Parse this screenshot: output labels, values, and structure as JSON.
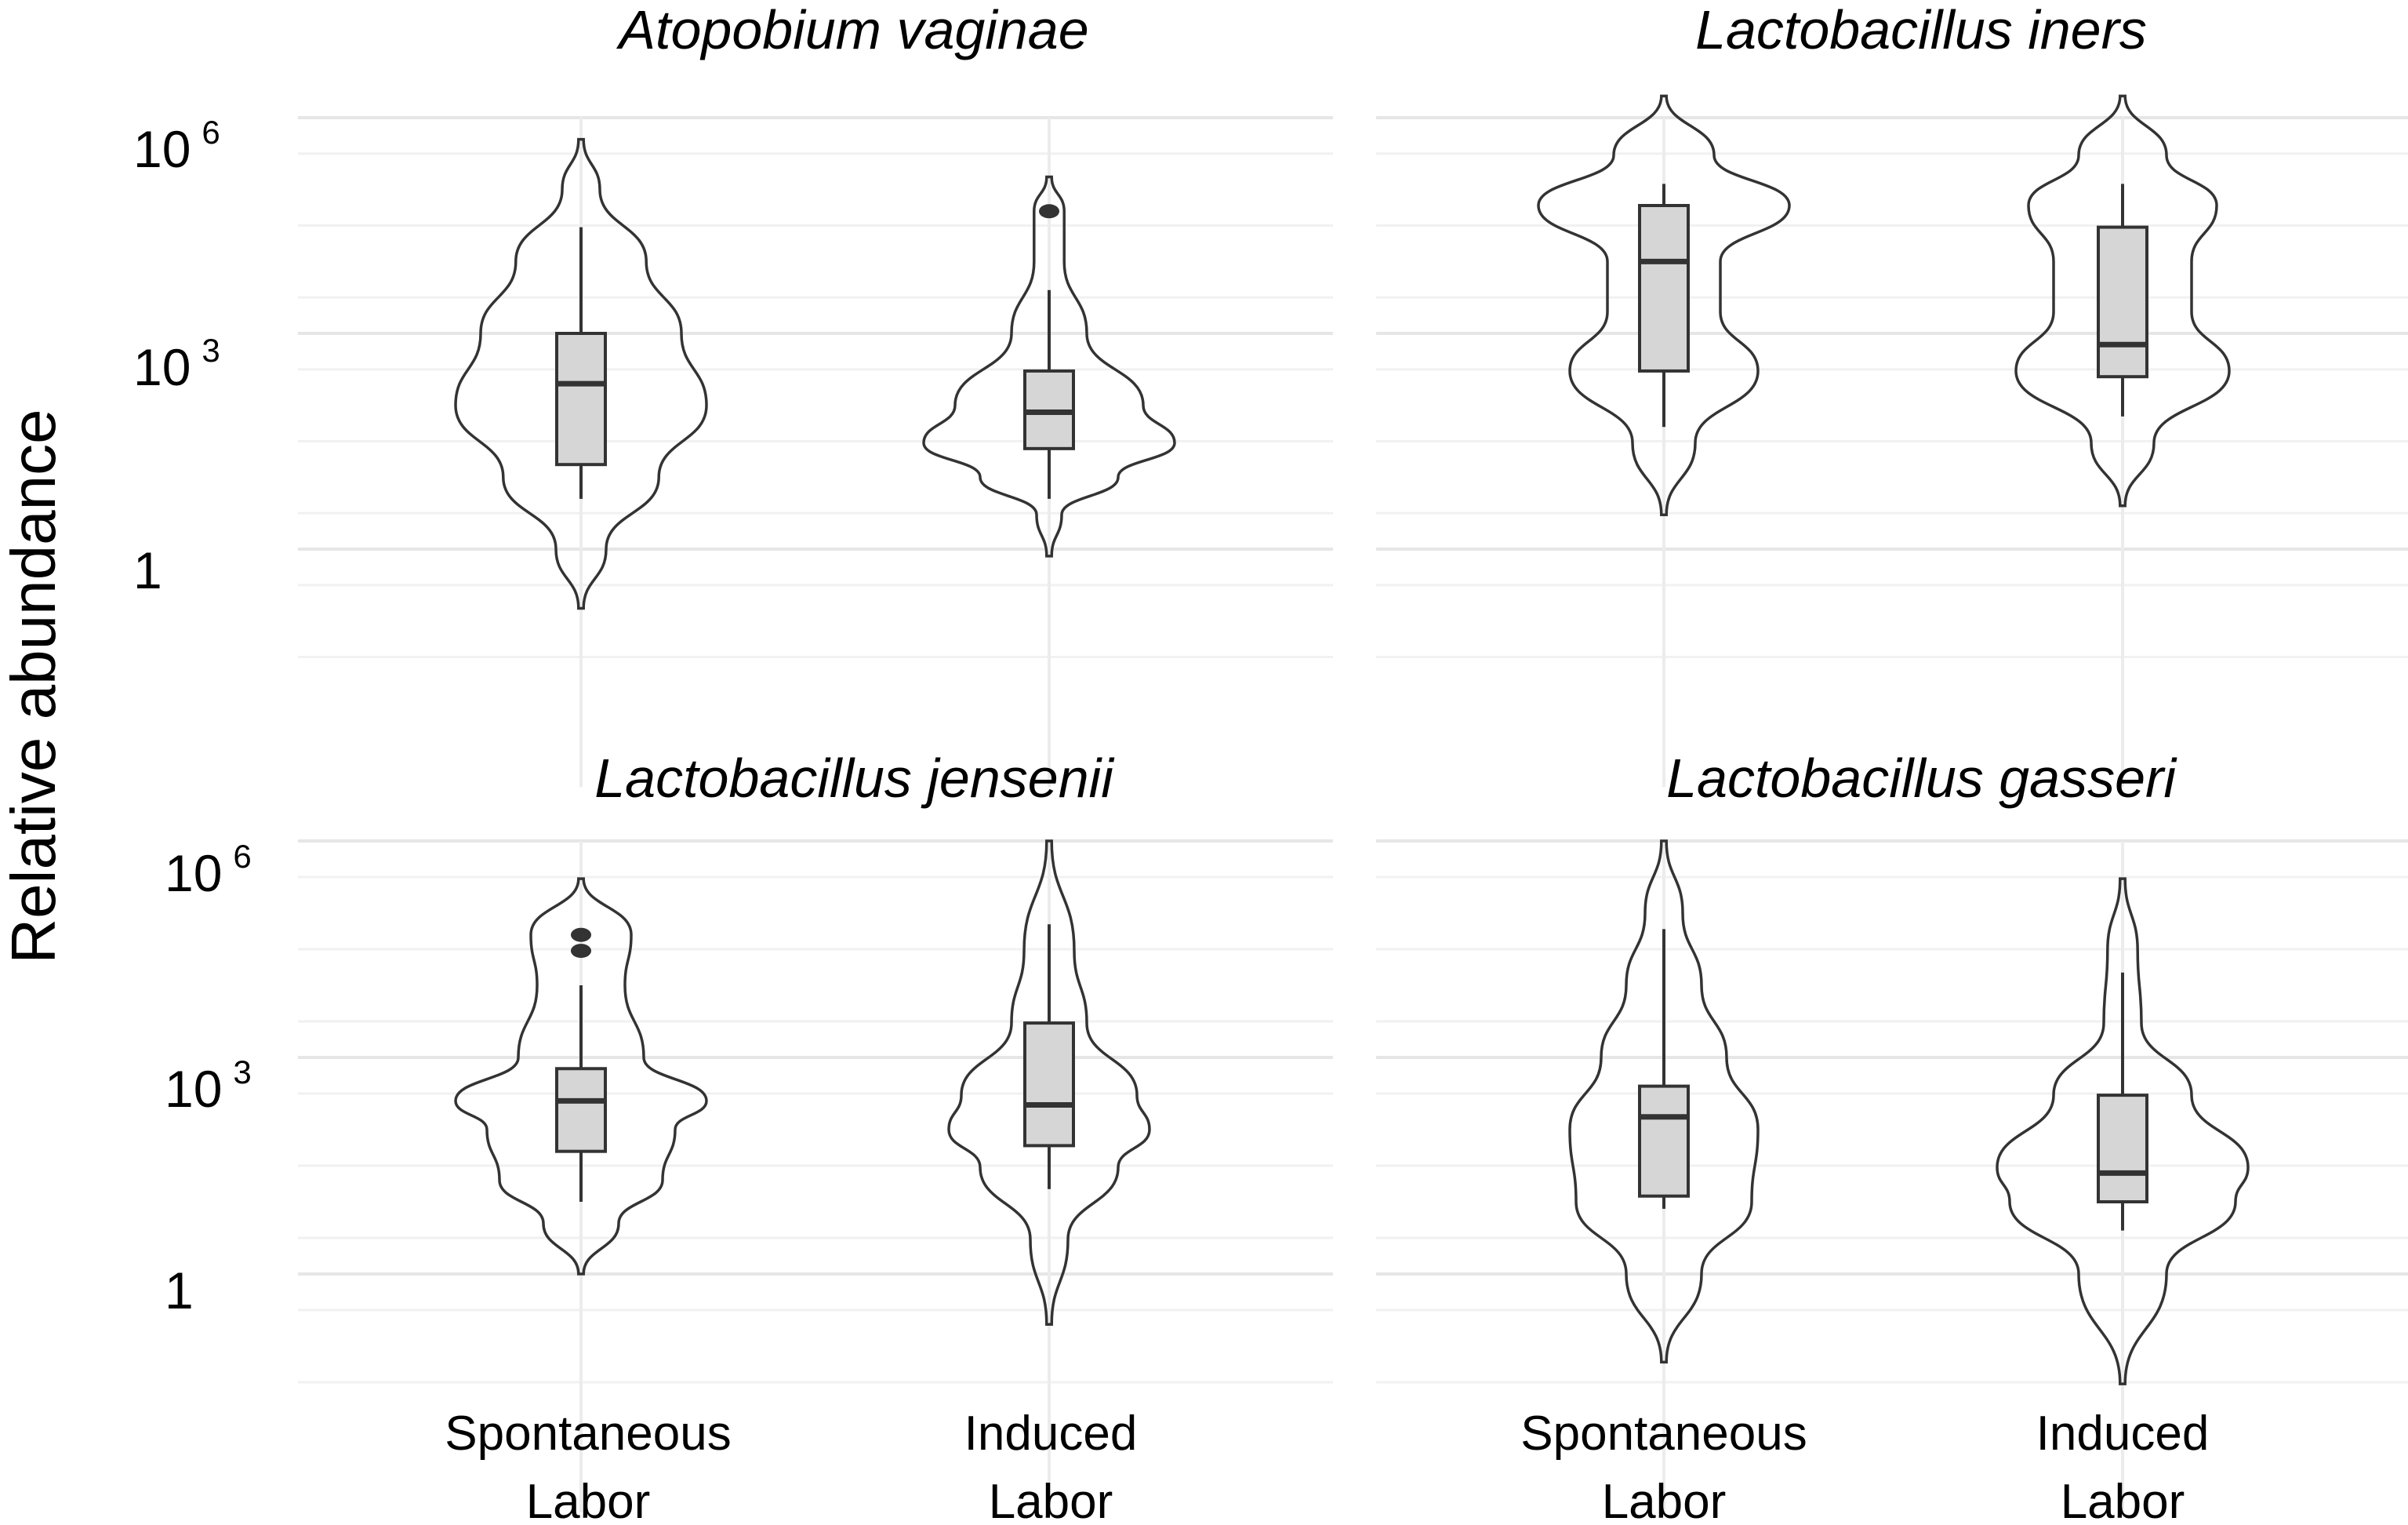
{
  "y_axis_title": "Relative abundance",
  "colors": {
    "violin_stroke": "#333333",
    "box_fill": "#d6d6d6",
    "box_stroke": "#333333",
    "outlier": "#333333"
  },
  "chart_data": [
    {
      "type": "violin",
      "title": "Atopobium vaginae",
      "ylabel": "Relative abundance",
      "y_scale": "log10",
      "ylim": [
        0.01,
        1000000
      ],
      "y_ticks": [
        {
          "base": "10",
          "exp": "6",
          "value": 1000000
        },
        {
          "base": "10",
          "exp": "3",
          "value": 1000
        },
        {
          "base": "1",
          "exp": "",
          "value": 1
        }
      ],
      "categories": [
        {
          "line1": "Spontaneous",
          "line2": "Labor"
        },
        {
          "line1": "Induced",
          "line2": "Labor"
        }
      ],
      "series": [
        {
          "violin_min": 0.15,
          "violin_max": 500000,
          "whisker_low": 5,
          "q1": 15,
          "median": 200,
          "q3": 1000,
          "whisker_high": 30000,
          "outliers": [],
          "density": [
            [
              0.15,
              0.02
            ],
            [
              1,
              0.2
            ],
            [
              10,
              0.62
            ],
            [
              100,
              1.0
            ],
            [
              1000,
              0.8
            ],
            [
              10000,
              0.52
            ],
            [
              100000,
              0.15
            ],
            [
              500000,
              0.02
            ]
          ]
        },
        {
          "violin_min": 0.8,
          "violin_max": 150000,
          "whisker_low": 5,
          "q1": 25,
          "median": 80,
          "q3": 300,
          "whisker_high": 4000,
          "outliers": [
            50000
          ],
          "density": [
            [
              0.8,
              0.02
            ],
            [
              3,
              0.1
            ],
            [
              10,
              0.55
            ],
            [
              30,
              1.0
            ],
            [
              100,
              0.75
            ],
            [
              1000,
              0.3
            ],
            [
              10000,
              0.12
            ],
            [
              50000,
              0.12
            ],
            [
              150000,
              0.02
            ]
          ]
        }
      ]
    },
    {
      "type": "violin",
      "title": "Lactobacillus iners",
      "ylabel": "",
      "y_scale": "log10",
      "ylim": [
        0.01,
        1000000
      ],
      "categories": [
        {
          "line1": "Spontaneous",
          "line2": "Labor"
        },
        {
          "line1": "Induced",
          "line2": "Labor"
        }
      ],
      "series": [
        {
          "violin_min": 3,
          "violin_max": 2000000,
          "whisker_low": 50,
          "q1": 300,
          "median": 10000,
          "q3": 60000,
          "whisker_high": 120000,
          "outliers": [],
          "density": [
            [
              3,
              0.02
            ],
            [
              30,
              0.25
            ],
            [
              300,
              0.75
            ],
            [
              2000,
              0.45
            ],
            [
              10000,
              0.45
            ],
            [
              60000,
              1.0
            ],
            [
              300000,
              0.4
            ],
            [
              2000000,
              0.02
            ]
          ]
        },
        {
          "violin_min": 4,
          "violin_max": 2000000,
          "whisker_low": 70,
          "q1": 250,
          "median": 700,
          "q3": 30000,
          "whisker_high": 120000,
          "outliers": [],
          "density": [
            [
              4,
              0.02
            ],
            [
              30,
              0.25
            ],
            [
              300,
              0.85
            ],
            [
              2000,
              0.55
            ],
            [
              10000,
              0.55
            ],
            [
              60000,
              0.75
            ],
            [
              300000,
              0.35
            ],
            [
              2000000,
              0.02
            ]
          ]
        }
      ]
    },
    {
      "type": "violin",
      "title": "Lactobacillus jensenii",
      "ylabel": "",
      "y_scale": "log10",
      "ylim": [
        0.01,
        1000000
      ],
      "y_ticks": [
        {
          "base": "10",
          "exp": "6",
          "value": 1000000
        },
        {
          "base": "10",
          "exp": "3",
          "value": 1000
        },
        {
          "base": "1",
          "exp": "",
          "value": 1
        }
      ],
      "categories": [
        {
          "line1": "Spontaneous",
          "line2": "Labor"
        },
        {
          "line1": "Induced",
          "line2": "Labor"
        }
      ],
      "series": [
        {
          "violin_min": 1,
          "violin_max": 300000,
          "whisker_low": 10,
          "q1": 50,
          "median": 250,
          "q3": 700,
          "whisker_high": 10000,
          "outliers": [
            30000,
            50000
          ],
          "density": [
            [
              1,
              0.02
            ],
            [
              5,
              0.3
            ],
            [
              20,
              0.65
            ],
            [
              100,
              0.75
            ],
            [
              250,
              1.0
            ],
            [
              1000,
              0.5
            ],
            [
              10000,
              0.35
            ],
            [
              50000,
              0.4
            ],
            [
              300000,
              0.02
            ]
          ]
        },
        {
          "violin_min": 0.2,
          "violin_max": 1000000,
          "whisker_low": 15,
          "q1": 60,
          "median": 220,
          "q3": 3000,
          "whisker_high": 70000,
          "outliers": [],
          "density": [
            [
              0.2,
              0.02
            ],
            [
              3,
              0.15
            ],
            [
              30,
              0.55
            ],
            [
              100,
              0.8
            ],
            [
              300,
              0.7
            ],
            [
              3000,
              0.3
            ],
            [
              30000,
              0.2
            ],
            [
              1000000,
              0.02
            ]
          ]
        }
      ]
    },
    {
      "type": "violin",
      "title": "Lactobacillus gasseri",
      "ylabel": "",
      "y_scale": "log10",
      "ylim": [
        0.01,
        1000000
      ],
      "categories": [
        {
          "line1": "Spontaneous",
          "line2": "Labor"
        },
        {
          "line1": "Induced",
          "line2": "Labor"
        }
      ],
      "series": [
        {
          "violin_min": 0.06,
          "violin_max": 1000000,
          "whisker_low": 8,
          "q1": 12,
          "median": 150,
          "q3": 400,
          "whisker_high": 60000,
          "outliers": [],
          "density": [
            [
              0.06,
              0.02
            ],
            [
              1,
              0.3
            ],
            [
              10,
              0.7
            ],
            [
              100,
              0.75
            ],
            [
              1000,
              0.5
            ],
            [
              10000,
              0.3
            ],
            [
              100000,
              0.15
            ],
            [
              1000000,
              0.02
            ]
          ]
        },
        {
          "violin_min": 0.03,
          "violin_max": 300000,
          "whisker_low": 4,
          "q1": 10,
          "median": 25,
          "q3": 300,
          "whisker_high": 15000,
          "outliers": [],
          "density": [
            [
              0.03,
              0.02
            ],
            [
              1,
              0.35
            ],
            [
              10,
              0.9
            ],
            [
              30,
              1.0
            ],
            [
              300,
              0.55
            ],
            [
              3000,
              0.15
            ],
            [
              30000,
              0.12
            ],
            [
              300000,
              0.02
            ]
          ]
        }
      ]
    }
  ]
}
